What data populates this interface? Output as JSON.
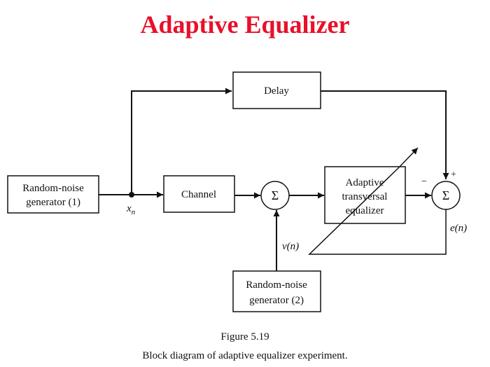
{
  "title": "Adaptive Equalizer",
  "blocks": {
    "noise1": [
      "Random-noise",
      "generator (1)"
    ],
    "channel": "Channel",
    "delay": "Delay",
    "equalizer": [
      "Adaptive",
      "transversal",
      "equalizer"
    ],
    "noise2": [
      "Random-noise",
      "generator (2)"
    ],
    "sum1": "Σ",
    "sum2": "Σ"
  },
  "signals": {
    "xn": "x",
    "xn_sub": "n",
    "vn": "v(n)",
    "en": "e(n)",
    "minus": "−",
    "plus": "+"
  },
  "caption": {
    "figure": "Figure 5.19",
    "text": "Block diagram of adaptive equalizer experiment."
  }
}
